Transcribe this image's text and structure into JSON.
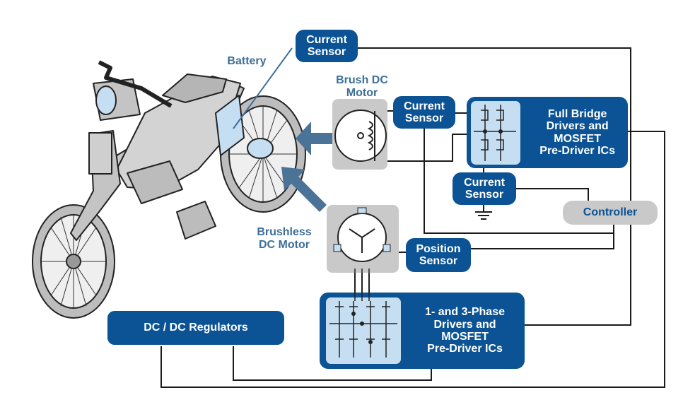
{
  "labels": {
    "battery": "Battery",
    "brush_motor": "Brush DC\nMotor",
    "brushless_motor": "Brushless\nDC Motor"
  },
  "blocks": {
    "current_sensor_top": "Current\nSensor",
    "current_sensor_mid": "Current\nSensor",
    "current_sensor_low": "Current\nSensor",
    "full_bridge": "Full Bridge\nDrivers and\nMOSFET\nPre-Driver ICs",
    "controller": "Controller",
    "position_sensor": "Position\nSensor",
    "phase_drivers": "1- and 3-Phase\nDrivers and\nMOSFET\nPre-Driver ICs",
    "dc_dc": "DC / DC Regulators"
  },
  "colors": {
    "block_blue": "#0b5394",
    "inner_light_blue": "#c6def2",
    "controller_gray": "#c9c9c9",
    "label_blue": "#3c6f99",
    "arrow_blue": "#4a7397"
  }
}
